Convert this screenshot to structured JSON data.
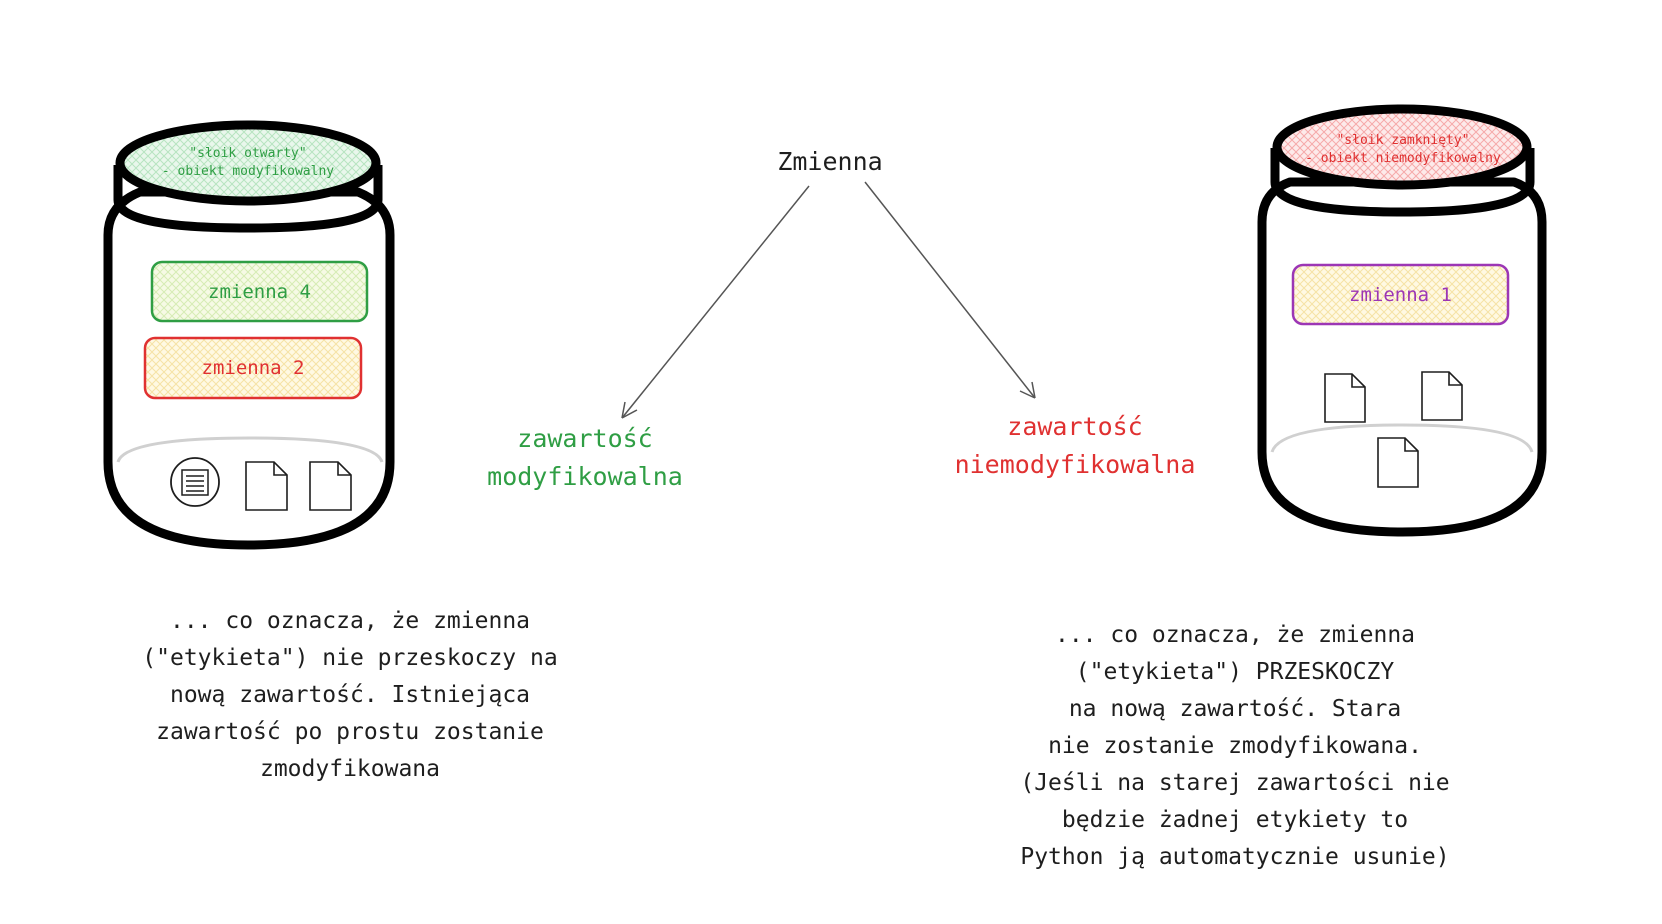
{
  "title": "Zmienna",
  "left_jar": {
    "lid_text": "\"słoik otwarty\"\n- obiekt modyfikowalny",
    "lid_color": "#2f9e44",
    "labels": [
      {
        "text": "zmienna 4",
        "color": "#2f9e44"
      },
      {
        "text": "zmienna 2",
        "color": "#e03131"
      }
    ],
    "icons": [
      "list-document-icon",
      "file-icon",
      "file-icon"
    ]
  },
  "right_jar": {
    "lid_text": "\"słoik zamknięty\"\n- obiekt niemodyfikowalny",
    "lid_color": "#e03131",
    "labels": [
      {
        "text": "zmienna 1",
        "color": "#9c36b5"
      }
    ],
    "icons": [
      "file-icon",
      "file-icon",
      "file-icon"
    ]
  },
  "left_content": {
    "text": "zawartość\nmodyfikowalna",
    "color": "#2f9e44"
  },
  "right_content": {
    "text": "zawartość\nniemodyfikowalna",
    "color": "#e03131"
  },
  "left_caption": "... co oznacza, że zmienna\n(\"etykieta\") nie przeskoczy na\nnową zawartość. Istniejąca\nzawartość po prostu zostanie\nzmodyfikowana",
  "right_caption": "... co oznacza, że zmienna\n(\"etykieta\") PRZESKOCZY\nna nową zawartość. Stara\nnie zostanie zmodyfikowana.\n(Jeśli na starej zawartości nie\nbędzie żadnej etykiety to\nPython ją automatycznie usunie)"
}
